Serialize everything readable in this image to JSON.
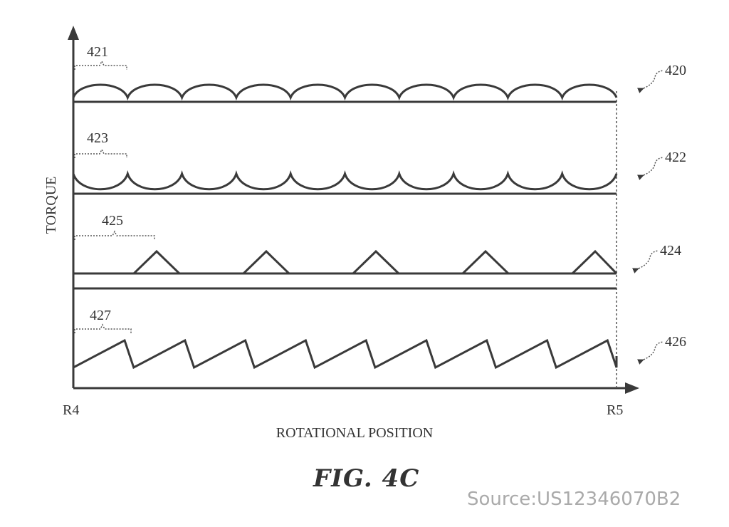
{
  "figure": {
    "y_axis_label": "TORQUE",
    "x_axis_label": "ROTATIONAL POSITION",
    "x_start_label": "R4",
    "x_end_label": "R5",
    "caption": "FIG. 4C",
    "source": "Source:US12346070B2",
    "stroke_color": "#3a3a3a"
  },
  "profiles": [
    {
      "ref": "420",
      "period_ref": "421",
      "shape": "scalloped-arches",
      "periods": 10
    },
    {
      "ref": "422",
      "period_ref": "423",
      "shape": "inverted-scallops",
      "periods": 10
    },
    {
      "ref": "424",
      "period_ref": "425",
      "shape": "isolated-triangular-peaks",
      "periods": 5
    },
    {
      "ref": "426",
      "period_ref": "427",
      "shape": "sawtooth",
      "periods": 9
    }
  ]
}
